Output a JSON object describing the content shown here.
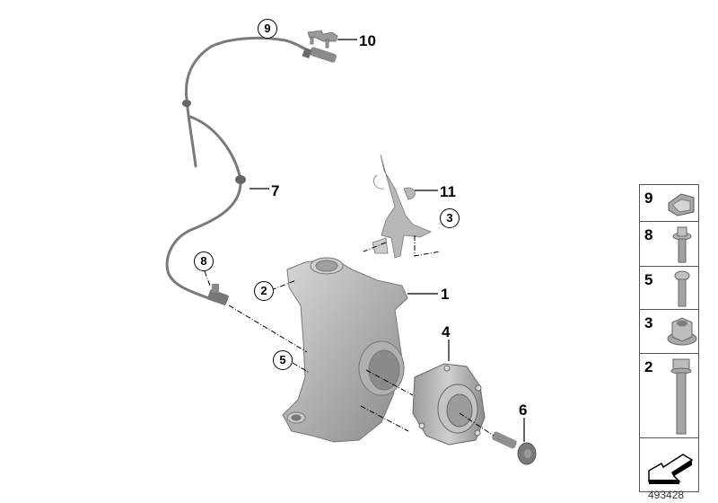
{
  "diagram": {
    "type": "exploded parts diagram",
    "subject": "front wheel carrier / steering knuckle with wheel bearing and wheel speed sensor",
    "callouts": [
      {
        "id": "1",
        "label": "1",
        "part": "wheel carrier",
        "style": "plain"
      },
      {
        "id": "2",
        "label": "2",
        "part": "hex bolt with collar",
        "style": "circled"
      },
      {
        "id": "3",
        "label": "3",
        "part": "hex nut with flange",
        "style": "circled"
      },
      {
        "id": "4",
        "label": "4",
        "part": "wheel bearing hub",
        "style": "plain"
      },
      {
        "id": "5",
        "label": "5",
        "part": "torx screw",
        "style": "circled"
      },
      {
        "id": "6",
        "label": "6",
        "part": "collar bolt",
        "style": "plain"
      },
      {
        "id": "7",
        "label": "7",
        "part": "wheel speed sensor cable",
        "style": "plain"
      },
      {
        "id": "8",
        "label": "8",
        "part": "torx bolt",
        "style": "circled"
      },
      {
        "id": "9",
        "label": "9",
        "part": "cable clip",
        "style": "circled"
      },
      {
        "id": "10",
        "label": "10",
        "part": "clip holder",
        "style": "plain"
      },
      {
        "id": "11",
        "label": "11",
        "part": "bracket",
        "style": "plain"
      }
    ]
  },
  "legend_panel": {
    "rows": [
      {
        "number": "9",
        "icon": "cable-clip-icon"
      },
      {
        "number": "8",
        "icon": "torx-flange-bolt-icon"
      },
      {
        "number": "5",
        "icon": "torx-screw-icon"
      },
      {
        "number": "3",
        "icon": "flange-nut-icon"
      },
      {
        "number": "2",
        "icon": "long-hex-bolt-icon"
      },
      {
        "number": "",
        "icon": "direction-arrow-icon"
      }
    ]
  },
  "image_id": "493428"
}
